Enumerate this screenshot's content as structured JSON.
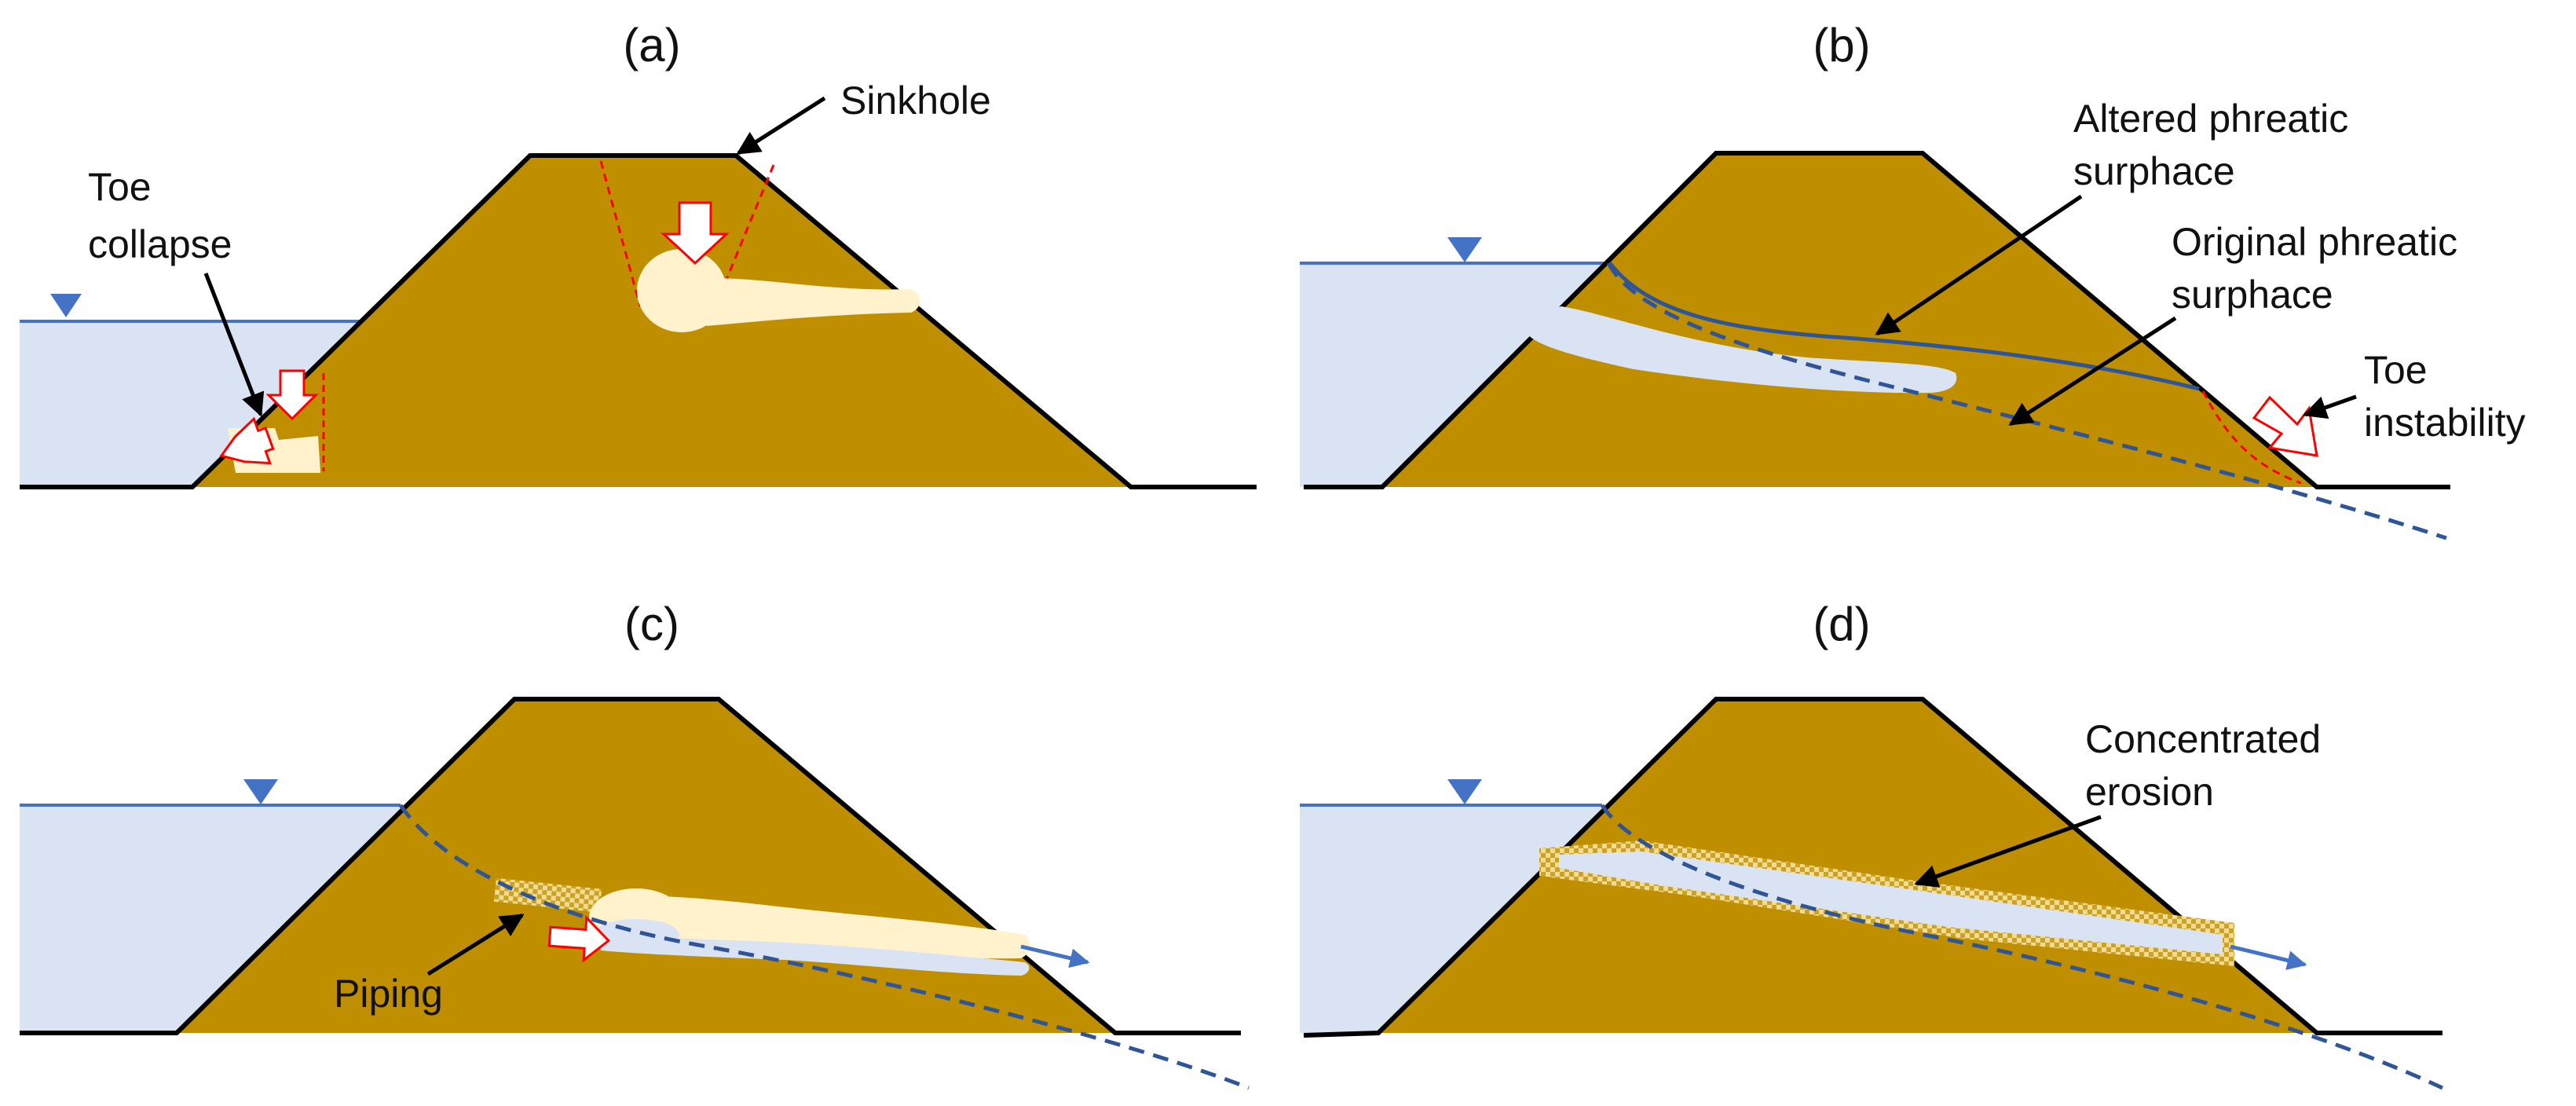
{
  "colors": {
    "soil": "#bf8f00",
    "water": "#dae3f3",
    "water_line": "#4472c4",
    "water_marker": "#4472c4",
    "void": "#fff2cc",
    "flow": "#dae3f3",
    "phreatic_original": "#2f5597",
    "phreatic_altered": "#2f5597",
    "failure_line": "#ff0000",
    "arrow_outline": "#ff0000",
    "arrow_fill": "#ffffff",
    "leader": "#000000",
    "outflow_arrow": "#4472c4",
    "eroded_band": "#e8c66a"
  },
  "panels": {
    "a": {
      "label": "(a)",
      "annotations": {
        "sinkhole": "Sinkhole",
        "toe_collapse_line1": "Toe",
        "toe_collapse_line2": "collapse"
      }
    },
    "b": {
      "label": "(b)",
      "annotations": {
        "altered_line1": "Altered phreatic",
        "altered_line2": "surphace",
        "original_line1": "Original phreatic",
        "original_line2": "surphace",
        "toe_line1": "Toe",
        "toe_line2": "instability"
      }
    },
    "c": {
      "label": "(c)",
      "annotations": {
        "piping": "Piping"
      }
    },
    "d": {
      "label": "(d)",
      "annotations": {
        "concentrated_line1": "Concentrated",
        "concentrated_line2": "erosion"
      }
    }
  }
}
